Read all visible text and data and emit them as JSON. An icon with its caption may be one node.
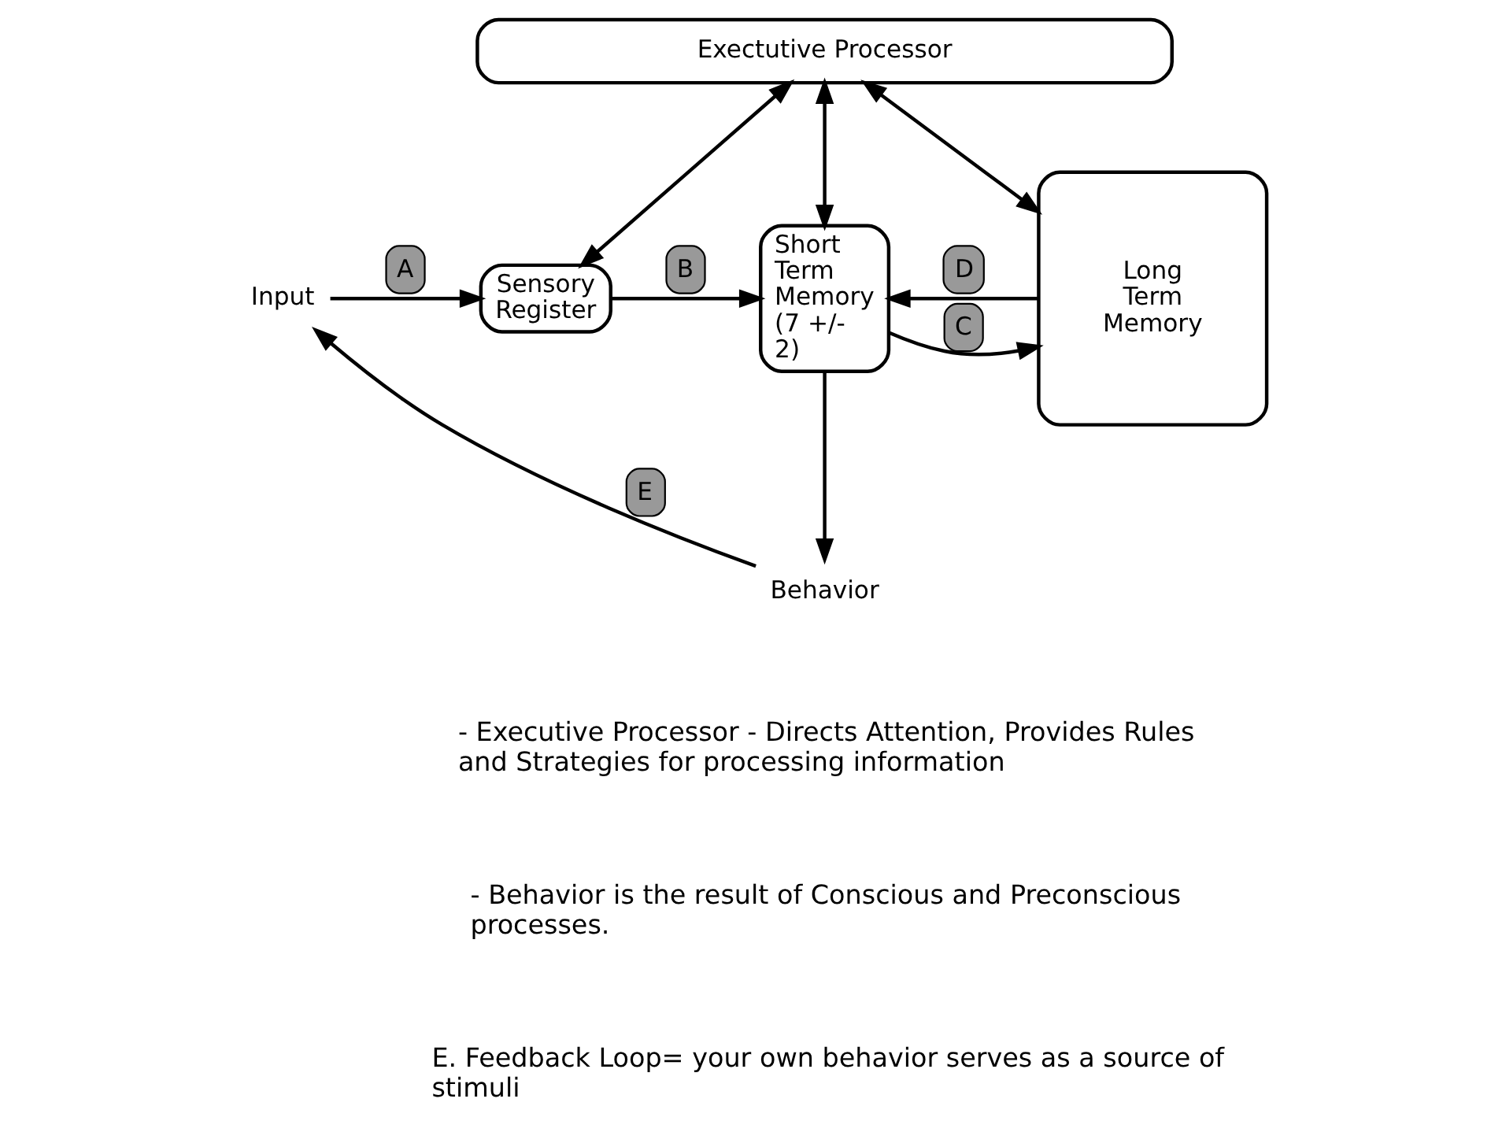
{
  "diagram": {
    "nodes": [
      {
        "text": [
          "Exectutive Processor"
        ]
      },
      {
        "text": [
          "Input"
        ]
      },
      {
        "text": [
          "Sensory Register"
        ]
      },
      {
        "text": [
          "Short Term Memory (7 +/- 2)"
        ]
      },
      {
        "text": [
          "Long Term Memory"
        ]
      },
      {
        "text": [
          "Behavior"
        ]
      }
    ],
    "edges": [
      {
        "from": 0,
        "to": 2,
        "arrow": "both"
      },
      {
        "from": 0,
        "to": 3,
        "arrow": "both"
      },
      {
        "from": 0,
        "to": 4,
        "arrow": "both"
      },
      {
        "from": 1,
        "to": 2,
        "arrow": "to",
        "label": "A"
      },
      {
        "from": 2,
        "to": 3,
        "arrow": "to",
        "label": "B"
      },
      {
        "from": 3,
        "to": 4,
        "arrow": "to",
        "label": "C"
      },
      {
        "from": 4,
        "to": 3,
        "arrow": "to",
        "label": "D"
      },
      {
        "from": 3,
        "to": 5,
        "arrow": "to"
      },
      {
        "from": 5,
        "to": 1,
        "arrow": "to",
        "label": "E"
      }
    ],
    "labels": [
      "- Executive Processor - Directs Attention, Provides Rules and Strategies for processing information",
      "- Behavior is the result of Conscious and Preconscious processes.",
      "E. Feedback Loop= your own behavior serves as a source of stimuli"
    ]
  }
}
